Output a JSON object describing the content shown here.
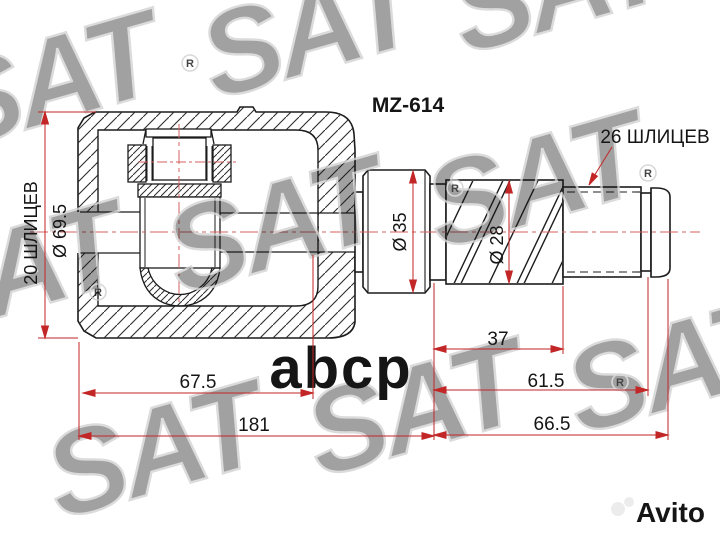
{
  "labels": {
    "code": "MZ-614",
    "splines_right": "26 ШЛИЦЕВ",
    "splines_left": "20 ШЛИЦЕВ",
    "dia_housing": "Ø 69.5",
    "dia_shaft": "Ø 35",
    "dia_damper": "Ø 28"
  },
  "dims": {
    "housing_depth": "67.5",
    "overall": "181",
    "damper": "37",
    "mid": "61.5",
    "tail": "66.5"
  },
  "watermarks": {
    "brand": "SAT",
    "reg": "R",
    "abcp": "abcp",
    "avito": "Avito"
  },
  "colors": {
    "line": "#1c1c1c",
    "dimension": "#c22626",
    "centerline": "#d46060",
    "watermark_outline": "#d2d2d2",
    "abcp_gray": "#b0b0b0",
    "avito_gray": "#ececec"
  }
}
